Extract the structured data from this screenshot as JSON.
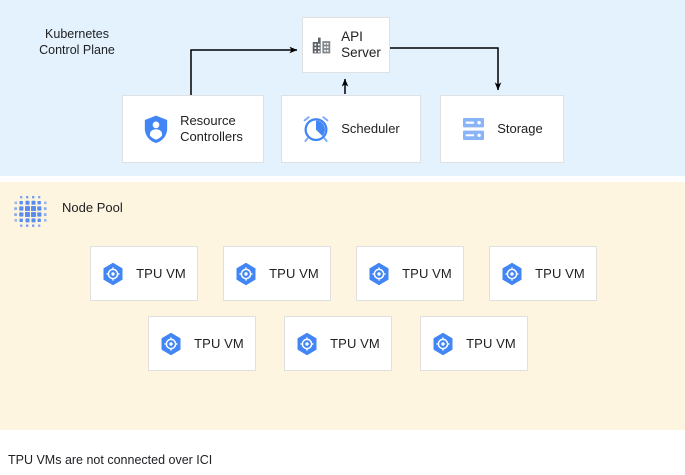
{
  "bands": {
    "control_plane": {
      "title": "Kubernetes\nControl Plane",
      "color": "#e3f2fd"
    },
    "node_pool": {
      "title": "Node Pool",
      "color": "#fdf5e0",
      "icon": "dot-matrix-icon"
    }
  },
  "control_plane_nodes": {
    "api_server": {
      "label": "API\nServer",
      "icon": "building-icon"
    },
    "resource_controllers": {
      "label": "Resource\nControllers",
      "icon": "shield-person-icon"
    },
    "scheduler": {
      "label": "Scheduler",
      "icon": "alarm-clock-icon"
    },
    "storage": {
      "label": "Storage",
      "icon": "server-rack-icon"
    }
  },
  "tpu_vms": {
    "row1": [
      {
        "label": "TPU VM",
        "icon": "hexagon-gear-icon"
      },
      {
        "label": "TPU VM",
        "icon": "hexagon-gear-icon"
      },
      {
        "label": "TPU VM",
        "icon": "hexagon-gear-icon"
      },
      {
        "label": "TPU VM",
        "icon": "hexagon-gear-icon"
      }
    ],
    "row2": [
      {
        "label": "TPU VM",
        "icon": "hexagon-gear-icon"
      },
      {
        "label": "TPU VM",
        "icon": "hexagon-gear-icon"
      },
      {
        "label": "TPU VM",
        "icon": "hexagon-gear-icon"
      }
    ]
  },
  "footer": {
    "note": "TPU VMs are not connected over ICI"
  },
  "colors": {
    "accent_blue": "#4285f4",
    "icon_gray": "#5f6368",
    "connector": "#000000",
    "card_border": "#e0e0e0",
    "text": "#202124"
  }
}
